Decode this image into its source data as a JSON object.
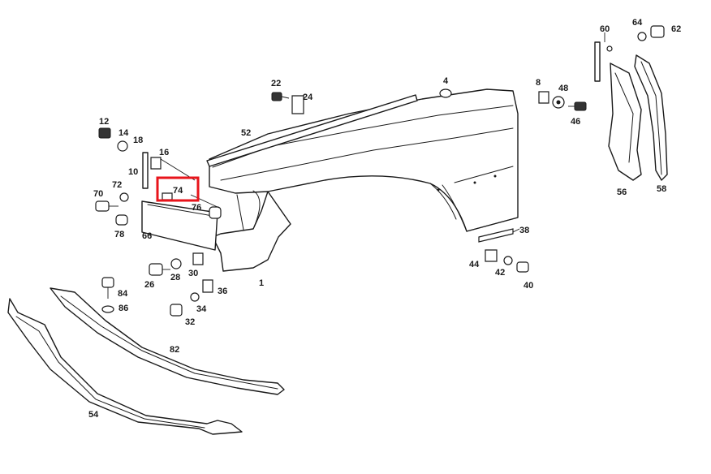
{
  "labels": {
    "l1": "1",
    "l4": "4",
    "l8": "8",
    "l10": "10",
    "l12": "12",
    "l14": "14",
    "l16": "16",
    "l18": "18",
    "l22": "22",
    "l24": "24",
    "l26": "26",
    "l28": "28",
    "l30": "30",
    "l32": "32",
    "l34": "34",
    "l36": "36",
    "l38": "38",
    "l40": "40",
    "l42": "42",
    "l44": "44",
    "l46": "46",
    "l48": "48",
    "l52": "52",
    "l54": "54",
    "l56": "56",
    "l58": "58",
    "l60": "60",
    "l62": "62",
    "l64": "64",
    "l66": "66",
    "l70": "70",
    "l72": "72",
    "l74": "74",
    "l76": "76",
    "l78": "78",
    "l82": "82",
    "l84": "84",
    "l86": "86"
  },
  "highlight": {
    "label": "74",
    "color": "#e8141b"
  }
}
